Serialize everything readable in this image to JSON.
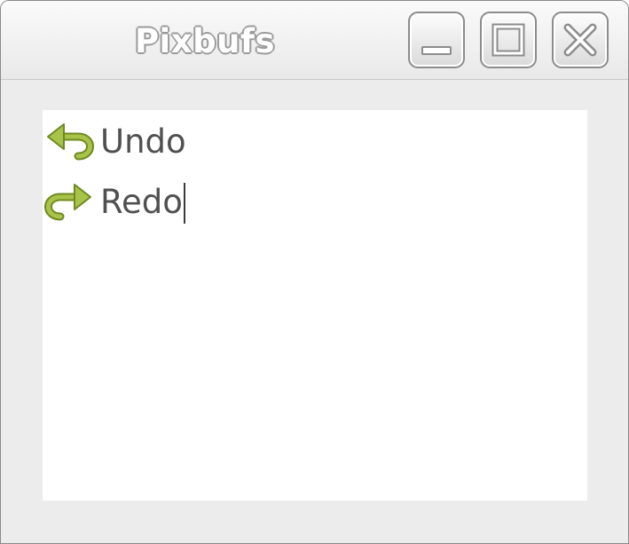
{
  "window": {
    "title": "Pixbufs",
    "buttons": {
      "minimize_icon": "minimize-icon",
      "maximize_icon": "maximize-icon",
      "close_icon": "close-icon"
    }
  },
  "textview": {
    "lines": [
      {
        "icon": "undo-icon",
        "text": "Undo"
      },
      {
        "icon": "redo-icon",
        "text": "Redo"
      }
    ],
    "caret_after_line": 2
  },
  "colors": {
    "icon_green": "#9bb53a",
    "icon_green_dark": "#6f8a1f",
    "text": "#505050",
    "window_bg": "#ececec",
    "content_bg": "#ffffff"
  }
}
